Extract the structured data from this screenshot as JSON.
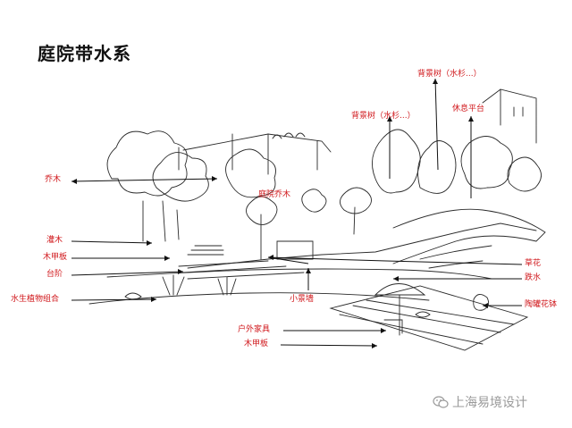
{
  "title": "庭院带水系",
  "colors": {
    "label": "#d0171b",
    "line": "#111111",
    "sketch": "#2a2a2a",
    "watermark": "#9a9a9a"
  },
  "labels": {
    "bg_tree_1": "背景树（水杉...）",
    "bg_tree_2": "背景树（水杉...）",
    "rest_platform": "休息平台",
    "tree": "乔木",
    "courtyard_tree": "庭院乔木",
    "shrub": "灌木",
    "deck": "木甲板",
    "steps": "台阶",
    "aquatic": "水生植物组合",
    "small_wall": "小景墙",
    "grass_flower": "草花",
    "stepping_stone": "跌水",
    "pottery": "陶罐花钵",
    "furniture": "户外家具",
    "deck2": "木甲板"
  },
  "watermark": {
    "icon": "wechat-icon",
    "text": "上海易境设计"
  }
}
